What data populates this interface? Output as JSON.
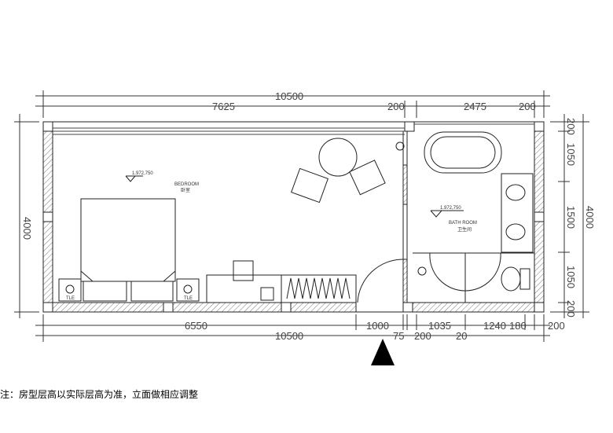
{
  "dims_top": {
    "total": "10500",
    "a": "7625",
    "b": "200",
    "c": "2475",
    "d": "200"
  },
  "dims_bottom": {
    "total": "10500",
    "a": "6550",
    "b": "1000",
    "c": "75",
    "d": "200",
    "e": "1035",
    "f": "20",
    "g": "1240",
    "h": "180",
    "i": "200"
  },
  "dims_left": {
    "total": "4000"
  },
  "dims_right": {
    "total": "4000",
    "a": "200",
    "b": "1050",
    "c": "1500",
    "d": "1050",
    "e": "200"
  },
  "rooms": {
    "bedroom": "BEDROOM",
    "bedroom_cn": "卧室",
    "bathroom": "BATH ROOM",
    "bathroom_cn": "卫生间",
    "level": "1.972,750",
    "tle": "TLE"
  },
  "note": "注：房型层高以实际层高为准，立面做相应调整"
}
